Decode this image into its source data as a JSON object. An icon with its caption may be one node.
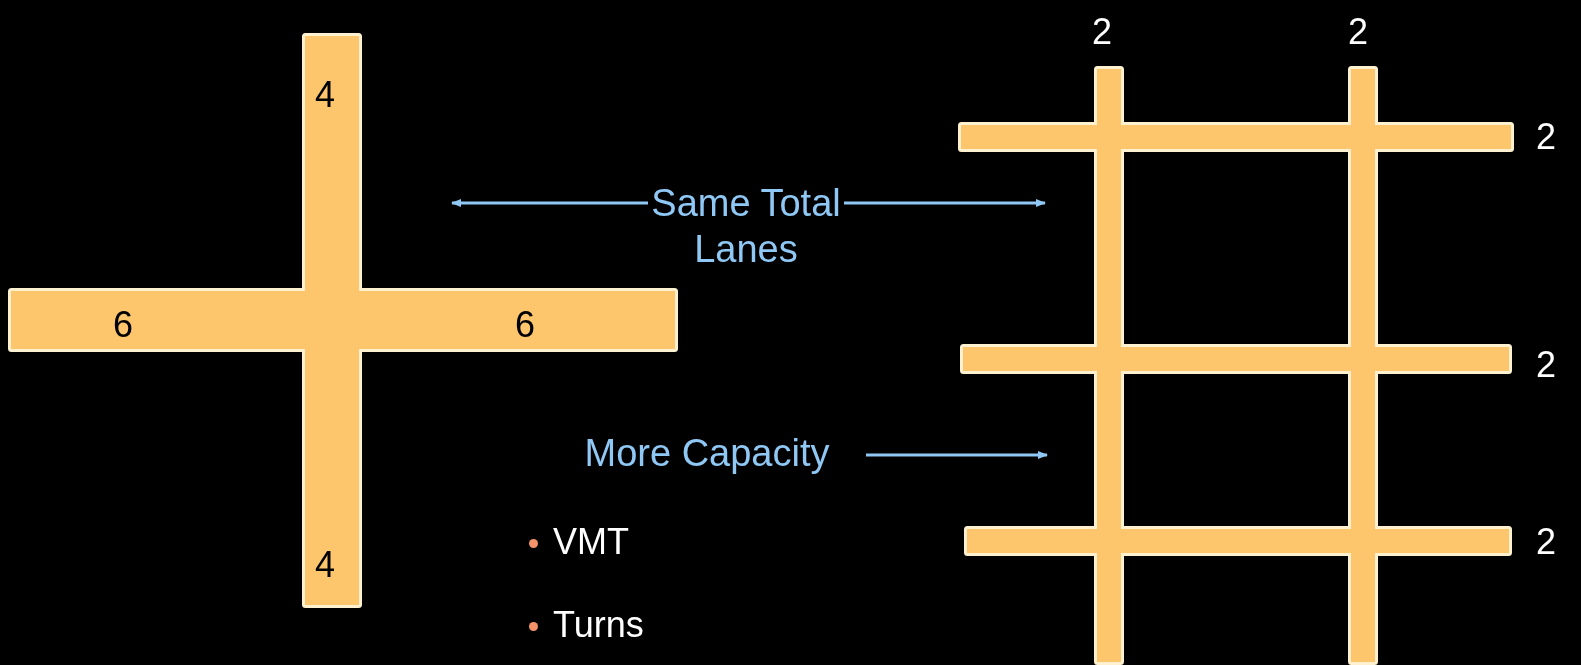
{
  "diagram": {
    "nodes": [
      {
        "text": [],
        "shape": "picture"
      },
      {
        "text": [],
        "shape": "picture"
      },
      {
        "text": [
          "Same Total Lanes"
        ]
      },
      {
        "text": [
          "More Capacity"
        ]
      }
    ],
    "edges": [
      {
        "from": 2,
        "to": 0,
        "arrow": "to"
      },
      {
        "from": 2,
        "to": 1,
        "arrow": "to"
      },
      {
        "from": 3,
        "to": 1,
        "arrow": "to"
      }
    ],
    "labels": [
      "4",
      "6",
      "6",
      "4",
      "2",
      "2",
      "2",
      "2",
      "2",
      "VMT",
      "Turns"
    ]
  }
}
